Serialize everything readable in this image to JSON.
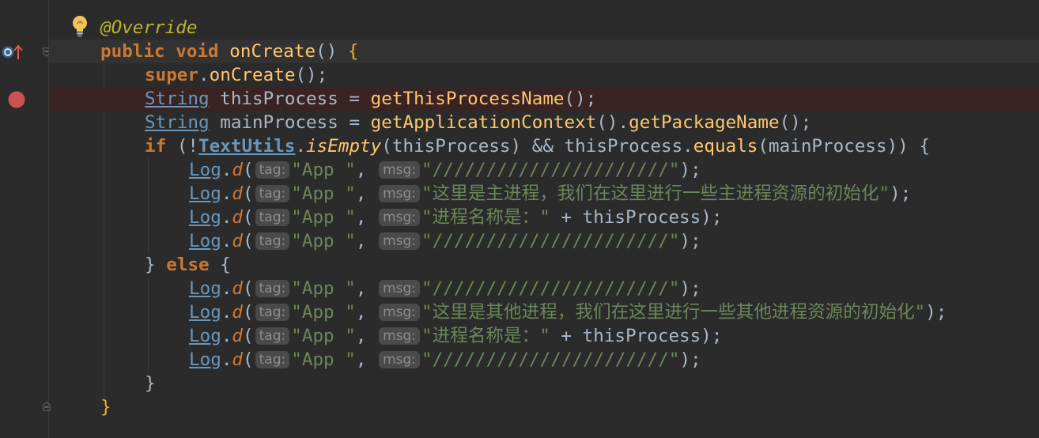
{
  "editor": {
    "language": "Java",
    "colors": {
      "background": "#2b2b2b",
      "keyword": "#cc7832",
      "annotation": "#bbb529",
      "method": "#ffc66d",
      "string": "#6a8759",
      "class": "#6897bb",
      "text": "#a9b7c6",
      "hint_bg": "#4a4a4a",
      "breakpoint": "#c75450"
    },
    "gutter": {
      "line2_icon": "override-method-icon",
      "line4_icon": "breakpoint-icon",
      "line1_icon": "lightbulb-icon"
    },
    "hints": {
      "tag": "tag:",
      "msg": "msg:"
    },
    "lines": {
      "l1": {
        "annotation": "@Override"
      },
      "l2": {
        "kw1": "public",
        "kw2": "void",
        "method": "onCreate",
        "punct": "() ",
        "brace": "{"
      },
      "l3": {
        "kw": "super",
        "dot": ".",
        "method": "onCreate",
        "tail": "();"
      },
      "l4": {
        "type": "String",
        "name": " thisProcess = ",
        "method": "getThisProcessName",
        "tail": "();"
      },
      "l5": {
        "type": "String",
        "name": " mainProcess = ",
        "method1": "getApplicationContext",
        "mid": "().",
        "method2": "getPackageName",
        "tail": "();"
      },
      "l6": {
        "kw": "if",
        "open": " (!",
        "cls": "TextUtils",
        "dot": ".",
        "static": "isEmpty",
        "args": "(thisProcess) && thisProcess.",
        "method": "equals",
        "tail": "(mainProcess)) {"
      },
      "l7": {
        "cls": "Log",
        "dot": ".",
        "fn": "d",
        "open": "(",
        "tagval": "\"App \"",
        "comma": ", ",
        "msgval": "\"//////////////////////\"",
        "tail": ");"
      },
      "l8": {
        "cls": "Log",
        "dot": ".",
        "fn": "d",
        "open": "(",
        "tagval": "\"App \"",
        "comma": ", ",
        "msgval": "\"这里是主进程，我们在这里进行一些主进程资源的初始化\"",
        "tail": ");"
      },
      "l9": {
        "cls": "Log",
        "dot": ".",
        "fn": "d",
        "open": "(",
        "tagval": "\"App \"",
        "comma": ", ",
        "msgval": "\"进程名称是：\"",
        "rest": " + thisProcess);"
      },
      "l10": {
        "cls": "Log",
        "dot": ".",
        "fn": "d",
        "open": "(",
        "tagval": "\"App \"",
        "comma": ", ",
        "msgval": "\"//////////////////////\"",
        "tail": ");"
      },
      "l11": {
        "close": "} ",
        "kw": "else",
        "open": " {"
      },
      "l12": {
        "cls": "Log",
        "dot": ".",
        "fn": "d",
        "open": "(",
        "tagval": "\"App \"",
        "comma": ", ",
        "msgval": "\"//////////////////////\"",
        "tail": ");"
      },
      "l13": {
        "cls": "Log",
        "dot": ".",
        "fn": "d",
        "open": "(",
        "tagval": "\"App \"",
        "comma": ", ",
        "msgval": "\"这里是其他进程，我们在这里进行一些其他进程资源的初始化\"",
        "tail": ");"
      },
      "l14": {
        "cls": "Log",
        "dot": ".",
        "fn": "d",
        "open": "(",
        "tagval": "\"App \"",
        "comma": ", ",
        "msgval": "\"进程名称是：\"",
        "rest": " + thisProcess);"
      },
      "l15": {
        "cls": "Log",
        "dot": ".",
        "fn": "d",
        "open": "(",
        "tagval": "\"App \"",
        "comma": ", ",
        "msgval": "\"//////////////////////\"",
        "tail": ");"
      },
      "l16": {
        "close": "}"
      },
      "l17": {
        "close": "}"
      }
    }
  }
}
